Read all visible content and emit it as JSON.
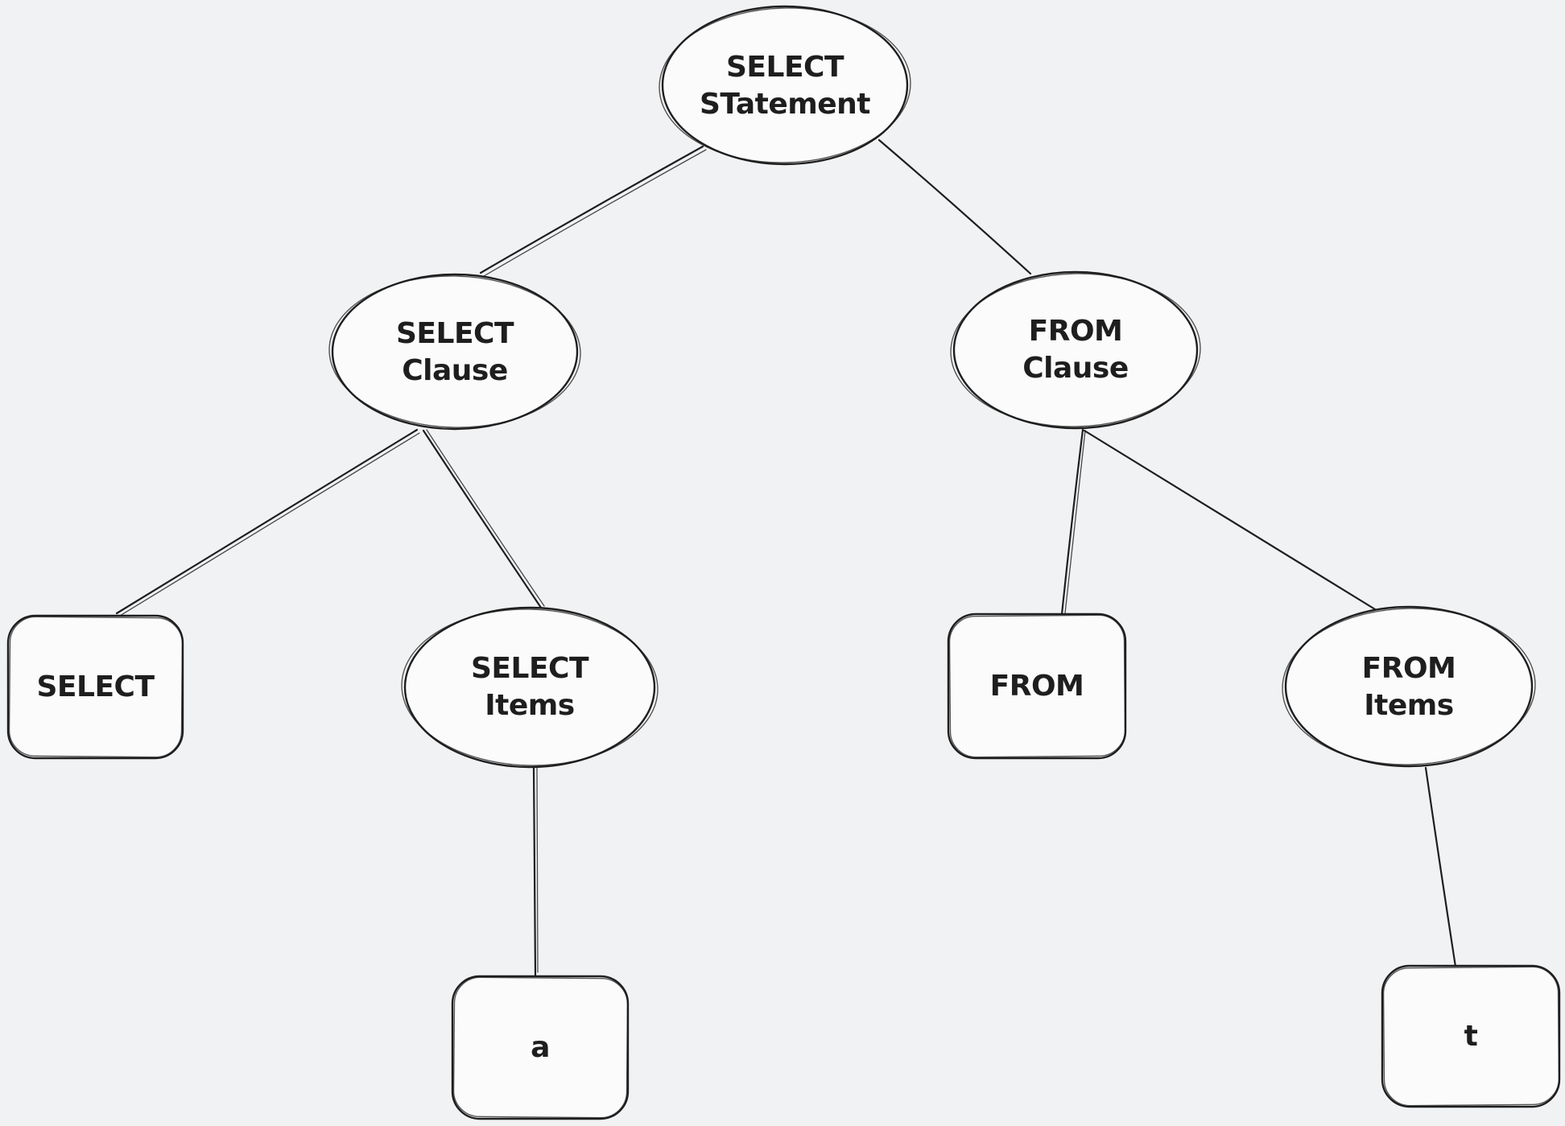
{
  "colors": {
    "background": "#f1f2f4",
    "shape_fill": "#fbfbfb",
    "stroke": "#1e1e1e",
    "text": "#1e1e1e"
  },
  "diagram_type": "tree",
  "nodes": {
    "select_statement": {
      "shape": "ellipse",
      "line1": "SELECT",
      "line2": "STatement"
    },
    "select_clause": {
      "shape": "ellipse",
      "line1": "SELECT",
      "line2": "Clause"
    },
    "from_clause": {
      "shape": "ellipse",
      "line1": "FROM",
      "line2": "Clause"
    },
    "select_keyword": {
      "shape": "rectangle",
      "line1": "SELECT"
    },
    "select_items": {
      "shape": "ellipse",
      "line1": "SELECT",
      "line2": "Items"
    },
    "from_keyword": {
      "shape": "rectangle",
      "line1": "FROM"
    },
    "from_items": {
      "shape": "ellipse",
      "line1": "FROM",
      "line2": "Items"
    },
    "column_a": {
      "shape": "rectangle",
      "line1": "a"
    },
    "table_t": {
      "shape": "rectangle",
      "line1": "t"
    }
  },
  "edges": [
    {
      "from": "select_statement",
      "to": "select_clause"
    },
    {
      "from": "select_statement",
      "to": "from_clause"
    },
    {
      "from": "select_clause",
      "to": "select_keyword"
    },
    {
      "from": "select_clause",
      "to": "select_items"
    },
    {
      "from": "from_clause",
      "to": "from_keyword"
    },
    {
      "from": "from_clause",
      "to": "from_items"
    },
    {
      "from": "select_items",
      "to": "column_a"
    },
    {
      "from": "from_items",
      "to": "table_t"
    }
  ]
}
